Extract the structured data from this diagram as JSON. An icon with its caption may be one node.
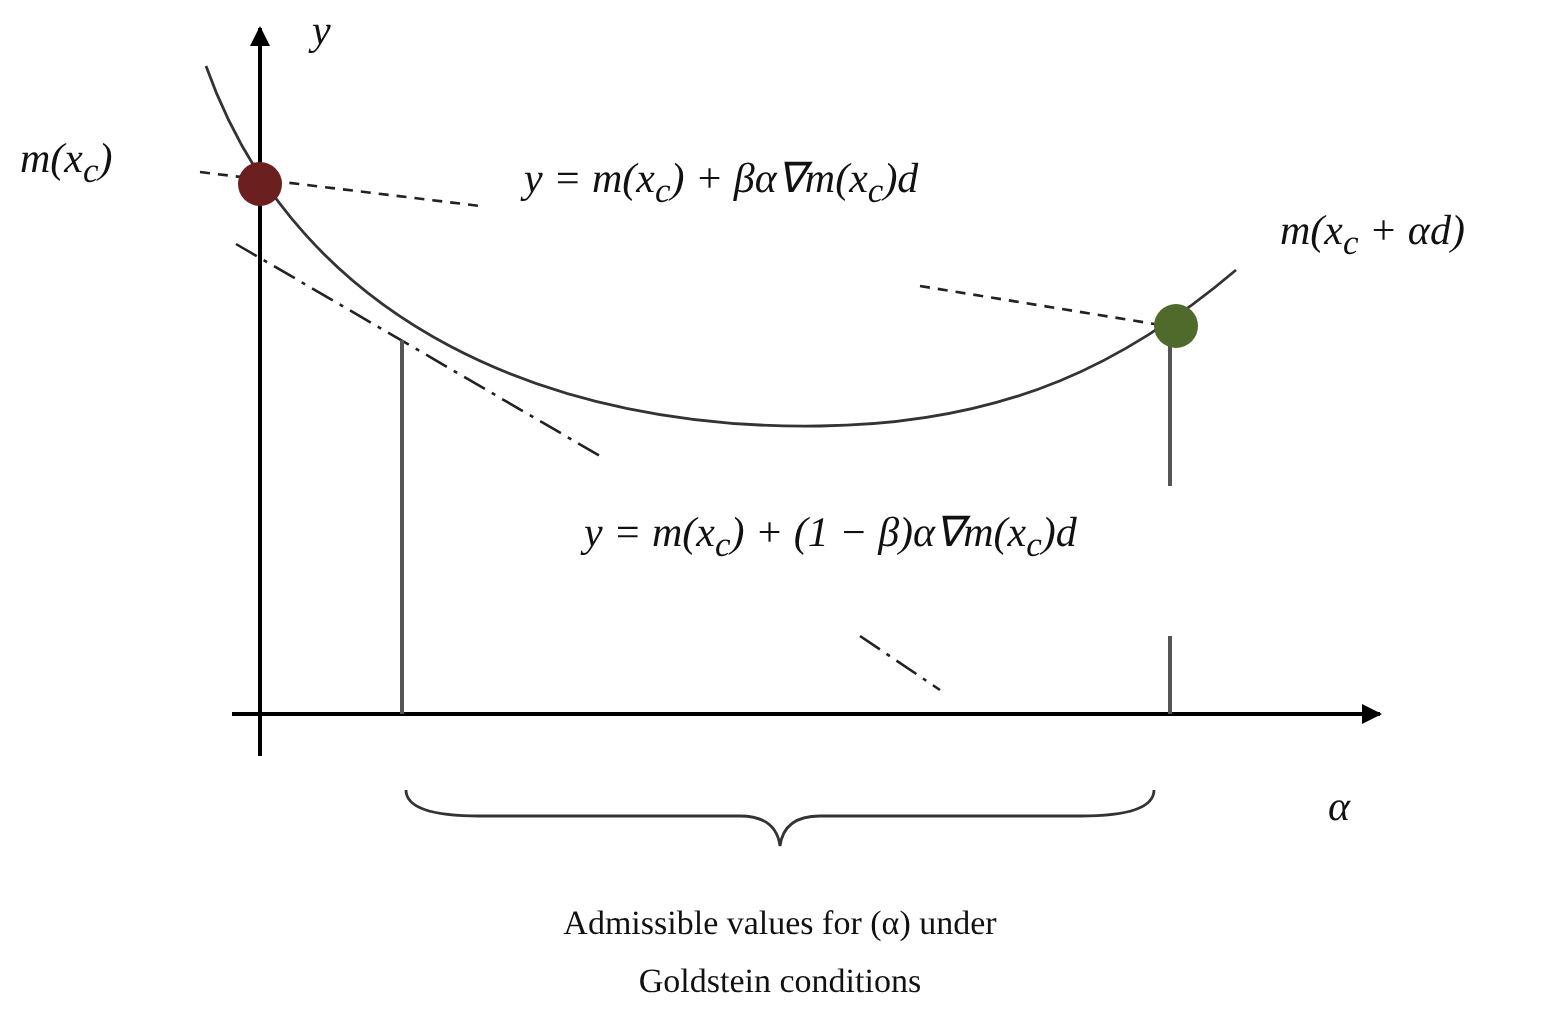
{
  "diagram": {
    "labels": [
      "y",
      "m(x$_{c}$)",
      "y = m(x$_{c}$) + βα∇m(x$_{c}$)d",
      "m(x$_{c}$ + αd)",
      "y = m(x$_{c}$) + (1 − β)α∇m(x$_{c}$)d",
      "α",
      "Admissible values for (α) under Goldstein conditions"
    ]
  }
}
